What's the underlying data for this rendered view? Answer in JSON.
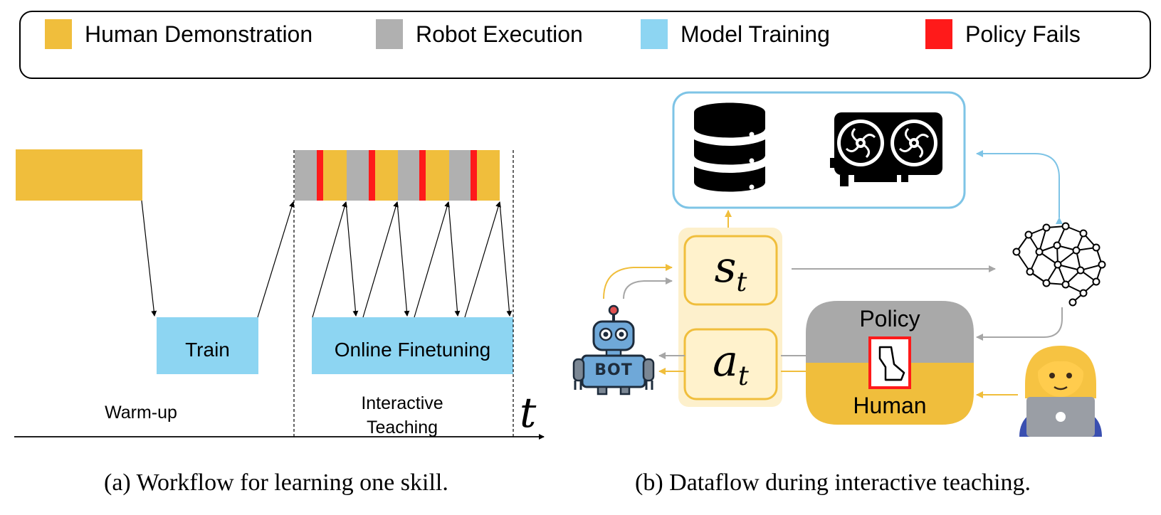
{
  "legend": {
    "items": [
      {
        "label": "Human Demonstration",
        "color": "#f0be3c"
      },
      {
        "label": "Robot Execution",
        "color": "#b0b0b0"
      },
      {
        "label": "Model Training",
        "color": "#8dd5f2"
      },
      {
        "label": "Policy Fails",
        "color": "#ff1a1a"
      }
    ]
  },
  "workflow": {
    "train_label": "Train",
    "finetune_label": "Online Finetuning",
    "warmup_label": "Warm-up",
    "interactive_label": "Interactive Teaching",
    "time_symbol": "t",
    "caption": "(a) Workflow for learning one skill."
  },
  "dataflow": {
    "state_symbol": "s",
    "state_subscript": "t",
    "action_symbol": "a",
    "action_subscript": "t",
    "policy_label": "Policy",
    "human_label": "Human",
    "bot_label": "BOT",
    "icons": [
      "database-icon",
      "gpu-icon",
      "neural-network-icon",
      "robot-icon",
      "human-with-laptop-icon",
      "switch-icon"
    ],
    "caption": "(b) Dataflow during interactive teaching."
  },
  "colors": {
    "human": "#f0be3c",
    "robot": "#b0b0b0",
    "training": "#8dd5f2",
    "fail": "#ff1a1a",
    "cloud_border": "#7ec4e6",
    "state_panel": "#fdf0cc"
  }
}
